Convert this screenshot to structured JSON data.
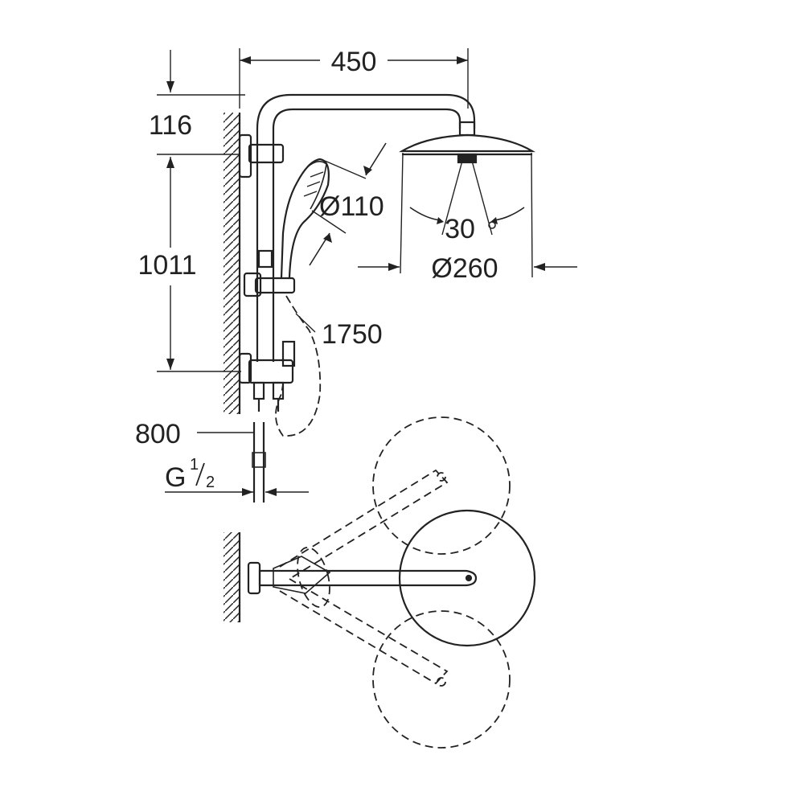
{
  "dimensions": {
    "rail_to_head_width": "450",
    "top_offset": "116",
    "handshower_diameter": "Ø110",
    "spray_angle": "30",
    "head_diameter": "Ø260",
    "hose_length": "1750",
    "bar_height": "1011",
    "pipe_length": "800",
    "thread": "G",
    "thread_fraction_num": "1",
    "thread_fraction_den": "2"
  },
  "colors": {
    "line": "#222222",
    "background": "#ffffff"
  }
}
